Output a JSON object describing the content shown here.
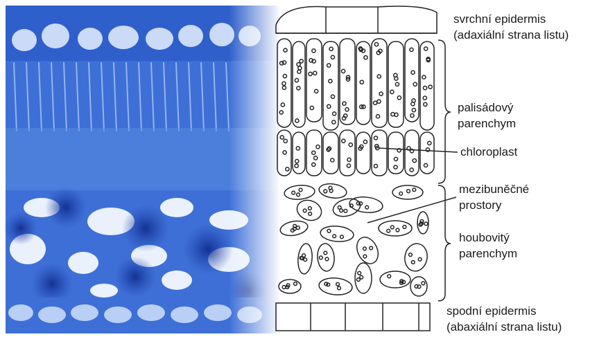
{
  "labels": {
    "upper_epidermis": [
      "svrchní epidermis",
      "(adaxiální strana listu)"
    ],
    "palisade": [
      "palisádový",
      "parenchym"
    ],
    "chloroplast": "chloroplast",
    "intercellular_spaces": [
      "mezibuněčné",
      "prostory"
    ],
    "spongy": [
      "houbovitý",
      "parenchym"
    ],
    "lower_epidermis": [
      "spodní epidermis",
      "(abaxiální strana listu)"
    ]
  },
  "colors": {
    "micro_dark": "#1f45b0",
    "micro_mid": "#4a7de0",
    "micro_light": "#b9d3f5",
    "line": "#222222"
  }
}
